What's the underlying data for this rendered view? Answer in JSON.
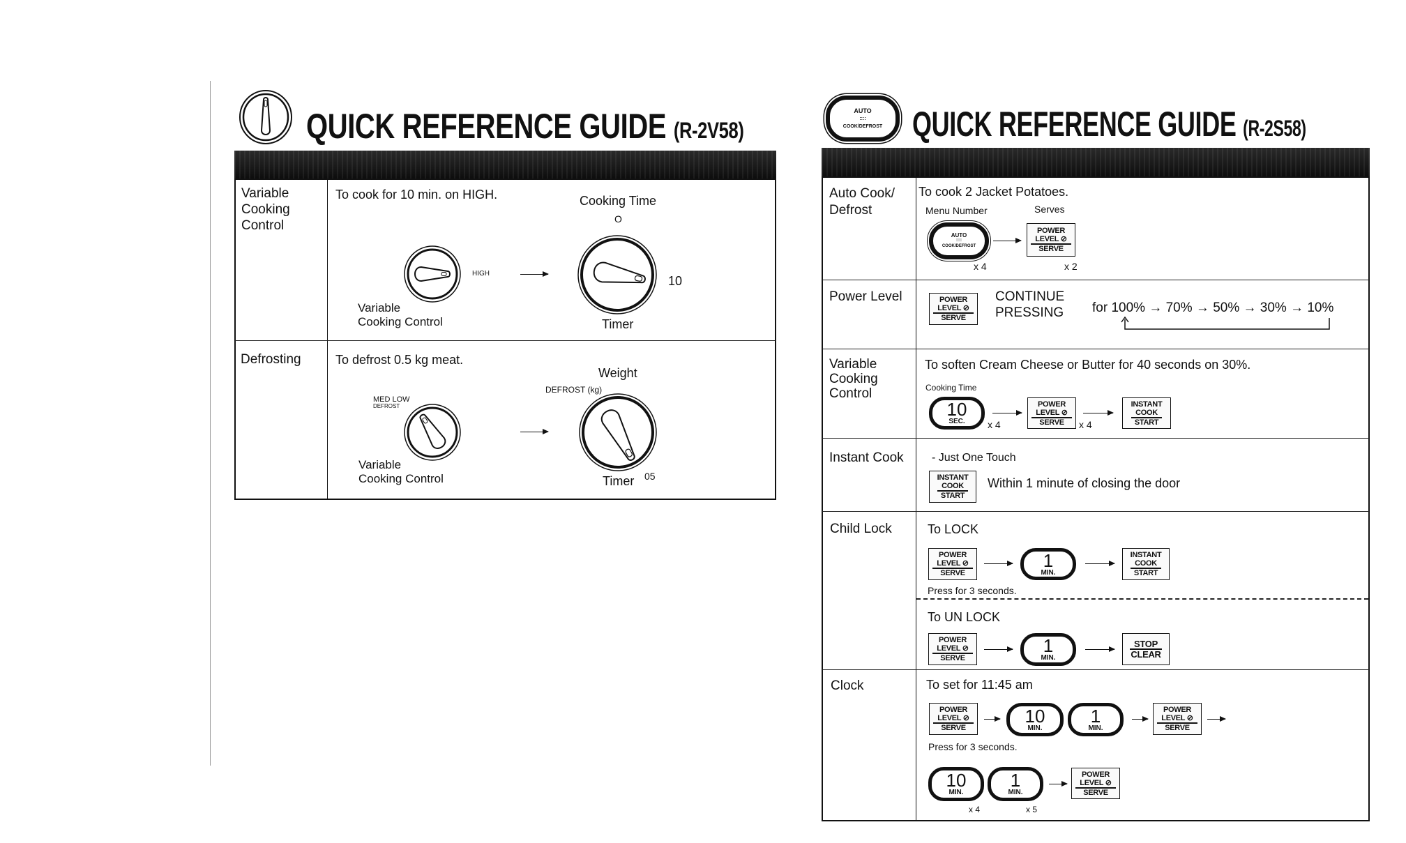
{
  "left": {
    "title": "QUICK REFERENCE GUIDE",
    "model": "(R-2V58)",
    "rows": [
      {
        "label": [
          "Variable",
          "Cooking",
          "Control"
        ],
        "instruction": "To cook for 10 min. on HIGH.",
        "vcc_setting": "HIGH",
        "vcc_label": [
          "Variable",
          "Cooking Control"
        ],
        "timer_title": "Cooking Time",
        "timer_zero": "O",
        "timer_value": "10",
        "timer_label": "Timer"
      },
      {
        "label": [
          "Defrosting"
        ],
        "instruction": "To defrost 0.5 kg meat.",
        "vcc_setting": [
          "MED LOW",
          "DEFROST"
        ],
        "vcc_label": [
          "Variable",
          "Cooking Control"
        ],
        "timer_title": "Weight",
        "timer_scale": "DEFROST (kg)",
        "timer_value": "05",
        "timer_label": "Timer"
      }
    ]
  },
  "right": {
    "title": "QUICK REFERENCE GUIDE",
    "model": "(R-2S58)",
    "keys": {
      "auto": [
        "AUTO",
        "::::",
        "COOK/DEFROST"
      ],
      "power": [
        "POWER",
        "LEVEL ⊘",
        "SERVE"
      ],
      "instant": [
        "INSTANT",
        "COOK",
        "START"
      ],
      "stop": [
        "STOP",
        "CLEAR"
      ],
      "sec10": [
        "10",
        "SEC."
      ],
      "min10": [
        "10",
        "MIN."
      ],
      "min1": [
        "1",
        "MIN."
      ]
    },
    "auto_cook": {
      "label": [
        "Auto Cook/",
        "Defrost"
      ],
      "instruction": "To cook 2 Jacket Potatoes.",
      "menu_number": "Menu Number",
      "serves": "Serves",
      "x_menu": "x 4",
      "x_serves": "x 2"
    },
    "power_level": {
      "label": "Power Level",
      "continue": [
        "CONTINUE",
        "PRESSING"
      ],
      "sequence": "for 100% → 70% → 50% → 30% → 10%"
    },
    "vcc": {
      "label": [
        "Variable",
        "Cooking",
        "Control"
      ],
      "instruction": "To soften Cream Cheese or Butter for 40 seconds on 30%.",
      "cooking_time": "Cooking Time",
      "x_sec": "x 4",
      "x_power": "x 4"
    },
    "instant_cook": {
      "label": "Instant Cook",
      "subtitle": "- Just One Touch",
      "note": "Within 1 minute of closing the door"
    },
    "child_lock": {
      "label": "Child Lock",
      "lock": "To LOCK",
      "press_note": "Press for 3 seconds.",
      "unlock": "To UN LOCK"
    },
    "clock": {
      "label": "Clock",
      "instruction": "To set for 11:45 am",
      "press_note": "Press for 3 seconds.",
      "x_10min": "x 4",
      "x_1min": "x 5"
    }
  }
}
